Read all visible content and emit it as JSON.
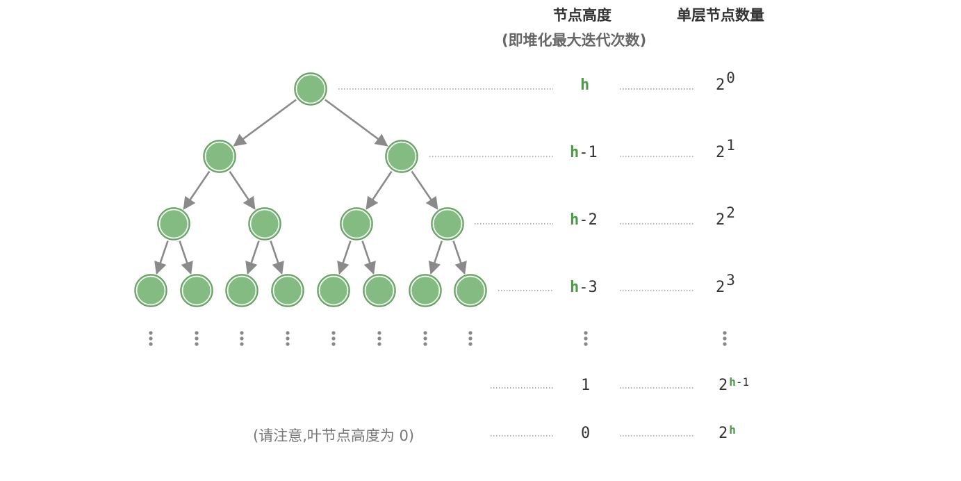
{
  "headers": {
    "height_title": "节点高度",
    "height_subtitle": "(即堆化最大迭代次数)",
    "count_title": "单层节点数量"
  },
  "rows": [
    {
      "height_var": "h",
      "height_rest": "",
      "count_base": "2",
      "count_exp_var": "",
      "count_exp_rest": "0"
    },
    {
      "height_var": "h",
      "height_rest": "-1",
      "count_base": "2",
      "count_exp_var": "",
      "count_exp_rest": "1"
    },
    {
      "height_var": "h",
      "height_rest": "-2",
      "count_base": "2",
      "count_exp_var": "",
      "count_exp_rest": "2"
    },
    {
      "height_var": "h",
      "height_rest": "-3",
      "count_base": "2",
      "count_exp_var": "",
      "count_exp_rest": "3"
    },
    {
      "height_var": "",
      "height_rest": "1",
      "count_base": "2",
      "count_exp_var": "h",
      "count_exp_rest": "-1"
    },
    {
      "height_var": "",
      "height_rest": "0",
      "count_base": "2",
      "count_exp_var": "h",
      "count_exp_rest": ""
    }
  ],
  "leaf_note": "(请注意,叶节点高度为 0)",
  "colors": {
    "node_fill": "#84bb82",
    "node_ring": "#5e9c5b",
    "edge": "#8a8a8a",
    "dots": "#888888",
    "highlight": "#4f9a4a",
    "text": "#333333"
  }
}
